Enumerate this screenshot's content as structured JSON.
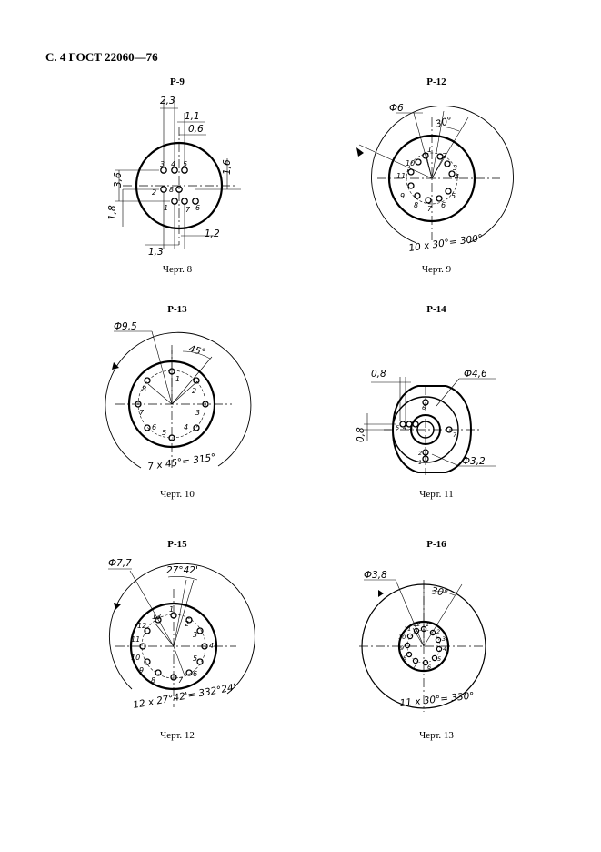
{
  "header": "С. 4 ГОСТ 22060—76",
  "figures": {
    "p9": {
      "title": "Р-9",
      "caption": "Черт. 8",
      "dims": {
        "d23": "2,3",
        "d11": "1,1",
        "d06": "0,6",
        "d36": "3,6",
        "d16": "1,6",
        "d18": "1,8",
        "d13": "1,3",
        "d12": "1,2"
      },
      "pins": {
        "n1": "1",
        "n2": "2",
        "n3": "3",
        "n4": "4",
        "n5": "5",
        "n6": "6",
        "n7": "7",
        "n8": "8"
      }
    },
    "p12": {
      "title": "Р-12",
      "caption": "Черт. 9",
      "dims": {
        "dia": "Ф6",
        "angle": "30°",
        "total": "10 x 30°= 300°"
      },
      "pins": {
        "n1": "1",
        "n2": "2",
        "n3": "3",
        "n4": "4",
        "n5": "5",
        "n6": "6",
        "n7": "7",
        "n8": "8",
        "n9": "9",
        "n10": "10",
        "n11": "11"
      }
    },
    "p13": {
      "title": "Р-13",
      "caption": "Черт. 10",
      "dims": {
        "dia": "Ф9,5",
        "angle": "45°",
        "total": "7 x 45°= 315°"
      },
      "pins": {
        "n1": "1",
        "n2": "2",
        "n3": "3",
        "n4": "4",
        "n5": "5",
        "n6": "6",
        "n7": "7",
        "n8": "8"
      }
    },
    "p14": {
      "title": "Р-14",
      "caption": "Черт. 11",
      "dims": {
        "d08a": "0,8",
        "d08b": "0,8",
        "dia46": "Ф4,6",
        "dia32": "Ф3,2"
      },
      "pins": {
        "n1": "1",
        "n2": "2",
        "n3": "3",
        "n4": "4",
        "n5": "5",
        "n6": "6",
        "n7": "7"
      }
    },
    "p15": {
      "title": "Р-15",
      "caption": "Черт. 12",
      "dims": {
        "dia": "Ф7,7",
        "angle": "27°42'",
        "total": "12 x 27°42'= 332°24'"
      },
      "pins": {
        "n1": "1",
        "n2": "2",
        "n3": "3",
        "n4": "4",
        "n5": "5",
        "n6": "6",
        "n7": "7",
        "n8": "8",
        "n9": "9",
        "n10": "10",
        "n11": "11",
        "n12": "12",
        "n13": "13"
      }
    },
    "p16": {
      "title": "Р-16",
      "caption": "Черт. 13",
      "dims": {
        "dia": "Ф3,8",
        "angle": "30°",
        "total": "11 x 30°= 330°"
      },
      "pins": {
        "n1": "1",
        "n2": "2",
        "n3": "3",
        "n4": "4",
        "n5": "5",
        "n6": "6",
        "n7": "7",
        "n8": "8",
        "n9": "9",
        "n10": "10",
        "n11": "11",
        "n12": "12"
      }
    }
  }
}
